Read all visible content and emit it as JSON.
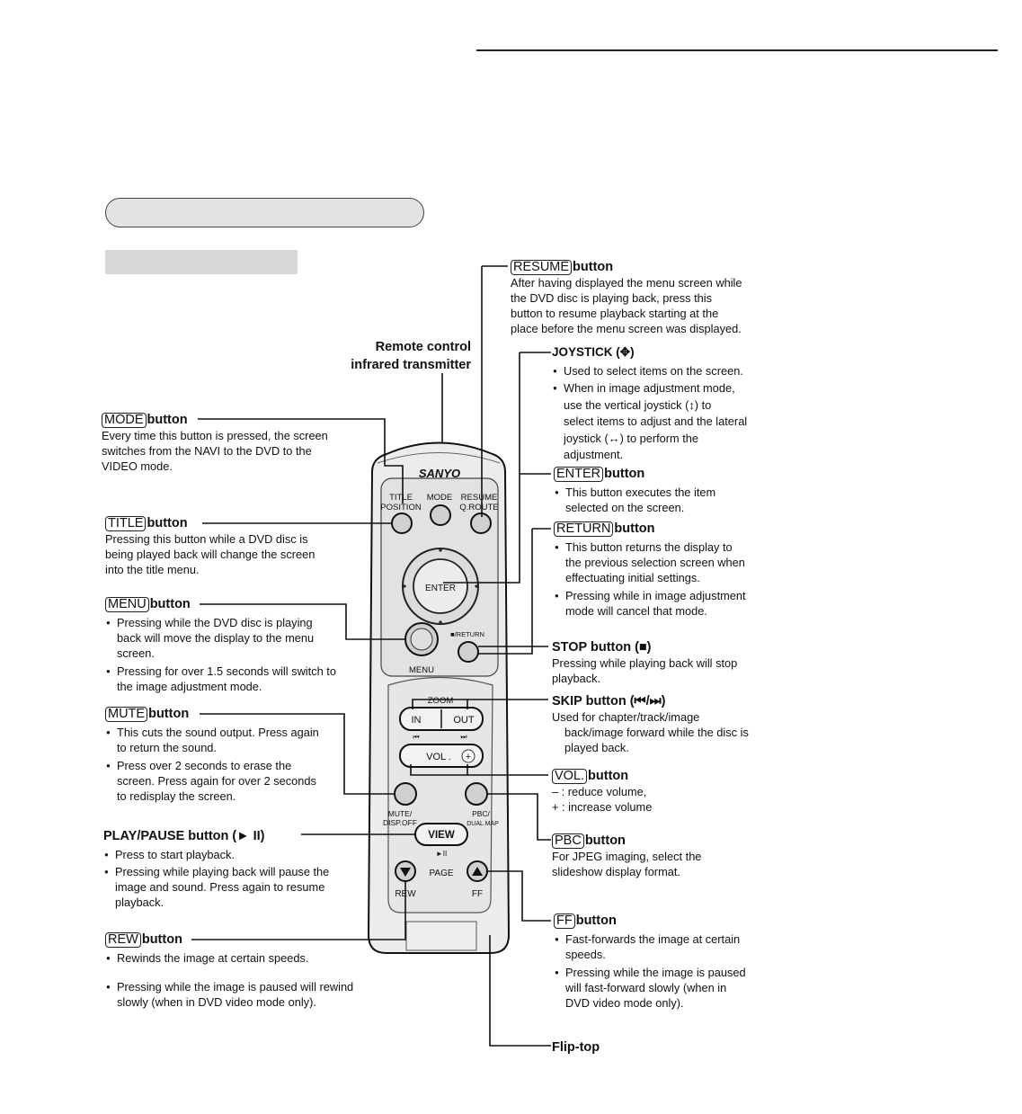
{
  "transmitter": {
    "line1": "Remote control",
    "line2": "infrared transmitter"
  },
  "remote_labels": {
    "brand": "SANYO",
    "title_position": [
      "TITLE",
      "POSITION"
    ],
    "mode": "MODE",
    "resume": [
      "RESUME",
      "Q.ROUTE"
    ],
    "enter": "ENTER",
    "menu": "MENU",
    "return": "■/RETURN",
    "zoom": "ZOOM",
    "in": "IN",
    "out": "OUT",
    "skip_prev": "⏮",
    "skip_next": "⏭",
    "vol": "VOL .",
    "vol_plus": "+",
    "mute": [
      "MUTE/",
      "DISP.OFF"
    ],
    "pbc": [
      "PBC/",
      "DUAL MAP"
    ],
    "view": "VIEW",
    "play_pause": "►II",
    "page": "PAGE",
    "rew": "REW",
    "ff": "FF"
  },
  "left": {
    "mode": {
      "key": "MODE",
      "suffix": "button",
      "lines": [
        "Every time this button is pressed, the screen",
        "switches from the NAVI to the DVD to the",
        "VIDEO mode."
      ]
    },
    "title": {
      "key": "TITLE",
      "suffix": "button",
      "lines": [
        "Pressing this button while a DVD disc is",
        "being played back will change the screen",
        "into the title menu."
      ]
    },
    "menu": {
      "key": "MENU",
      "suffix": "button",
      "bullets": [
        [
          "Pressing while the DVD disc is playing",
          "back will move the display to the menu",
          "screen."
        ],
        [
          "Pressing for over 1.5 seconds will switch to",
          "the image adjustment mode."
        ]
      ]
    },
    "mute": {
      "key": "MUTE",
      "suffix": "button",
      "bullets": [
        [
          "This cuts the sound output. Press again",
          "to return the sound."
        ],
        [
          "Press over 2 seconds to erase the",
          "screen. Press again for over 2 seconds",
          "to redisplay the screen."
        ]
      ]
    },
    "play": {
      "heading": "PLAY/PAUSE button (► II)",
      "bullets": [
        [
          "Press to start playback."
        ],
        [
          "Pressing while playing back will pause the",
          "image and sound. Press again to resume",
          "playback."
        ]
      ]
    },
    "rew": {
      "key": "REW",
      "suffix": "button",
      "bullets": [
        [
          "Rewinds the image at certain speeds."
        ],
        [
          "Pressing while the image is paused will rewind",
          "slowly (when in DVD video mode only)."
        ]
      ]
    }
  },
  "right": {
    "resume": {
      "key": "RESUME",
      "suffix": "button",
      "lines": [
        "After having displayed the menu screen while",
        "the DVD disc is playing back, press this",
        "button to resume playback starting at the",
        "place before the menu screen was displayed."
      ]
    },
    "joystick": {
      "heading": "JOYSTICK (✥)",
      "bullets": [
        [
          "Used to select items on the screen."
        ],
        [
          "When in image adjustment mode,",
          "use the vertical joystick (↕) to",
          "select items to adjust and the lateral",
          "joystick (↔) to perform the",
          "adjustment."
        ]
      ]
    },
    "enter": {
      "key": "ENTER",
      "suffix": "button",
      "bullets": [
        [
          "This button executes the item",
          "selected on the screen."
        ]
      ]
    },
    "return": {
      "key": "RETURN",
      "suffix": "button",
      "bullets": [
        [
          "This button returns the display to",
          "the previous selection screen when",
          "effectuating initial settings."
        ],
        [
          "Pressing while in image adjustment",
          "mode will cancel that mode."
        ]
      ]
    },
    "stop": {
      "heading": "STOP button (■)",
      "lines": [
        "Pressing while playing back will stop",
        "playback."
      ]
    },
    "skip": {
      "heading": "SKIP button (⏮/⏭)",
      "lines": [
        "Used for chapter/track/image",
        "back/image forward while the disc is",
        "played back."
      ]
    },
    "vol": {
      "key": "VOL.",
      "suffix": "button",
      "lines": [
        "– : reduce volume,",
        "+ : increase volume"
      ]
    },
    "pbc": {
      "key": "PBC",
      "suffix": "button",
      "lines": [
        "For JPEG imaging, select the",
        "slideshow display format."
      ]
    },
    "ff": {
      "key": "FF",
      "suffix": "button",
      "bullets": [
        [
          "Fast-forwards the image at certain",
          "speeds."
        ],
        [
          "Pressing while the image is paused",
          "will fast-forward slowly (when in",
          "DVD video mode only)."
        ]
      ]
    },
    "fliptop": {
      "heading": "Flip-top"
    }
  }
}
